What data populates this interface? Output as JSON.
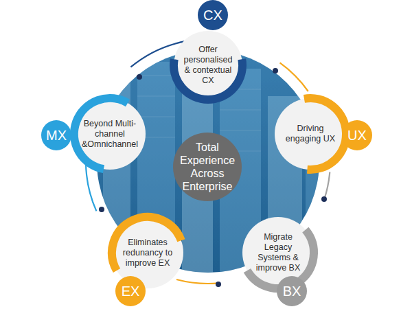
{
  "diagram": {
    "nodes": [
      {
        "text": [
          "Total Experience Across Enterprise"
        ]
      },
      {
        "text": [
          "CX",
          "Offer personalised & contextual CX"
        ]
      },
      {
        "text": [
          "UX",
          "Driving engaging UX"
        ]
      },
      {
        "text": [
          "BX",
          "Migrate Legacy Systems & improve BX"
        ]
      },
      {
        "text": [
          "EX",
          "Eliminates redunancy to improve EX"
        ]
      },
      {
        "text": [
          "MX",
          "Beyond Multi-channel &Omnichannel"
        ]
      }
    ]
  }
}
